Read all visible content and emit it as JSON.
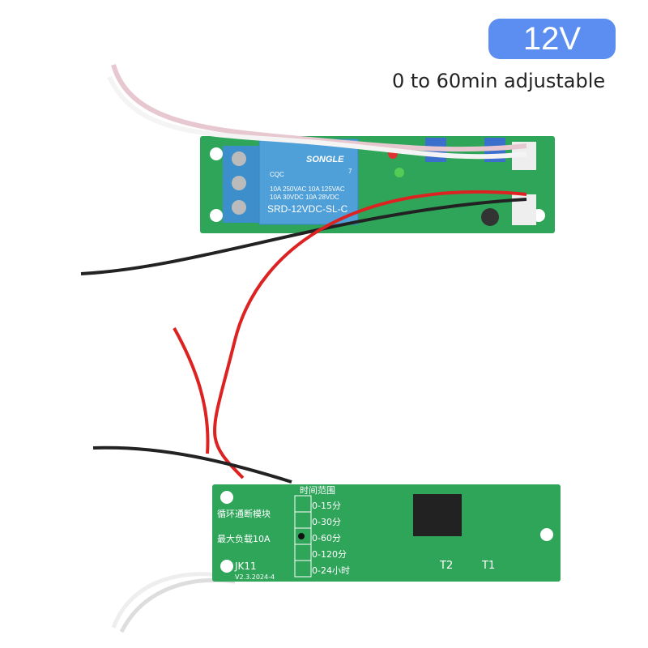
{
  "badge": {
    "voltage": "12V"
  },
  "subtitle": "0 to 60min adjustable",
  "relay": {
    "brand": "SONGLE",
    "cert": "CQC",
    "ul_number": "7",
    "rating_line1": "10A 250VAC  10A 125VAC",
    "rating_line2": "10A  30VDC  10A  28VDC",
    "model": "SRD-12VDC-SL-C"
  },
  "board_back": {
    "range_title": "时间范围",
    "ranges": [
      "0-15分",
      "0-30分",
      "0-60分",
      "0-120分",
      "0-24小时"
    ],
    "selected_range": "0-60分",
    "module_name": "循环通断模块",
    "max_load": "最大负载10A",
    "model": "JK11",
    "version": "V2.3.2024-4",
    "t2": "T2",
    "t1": "T1"
  },
  "colors": {
    "badge": "#5b8ef0",
    "pcb": "#2fa55a",
    "relay": "#4f9fd8"
  }
}
